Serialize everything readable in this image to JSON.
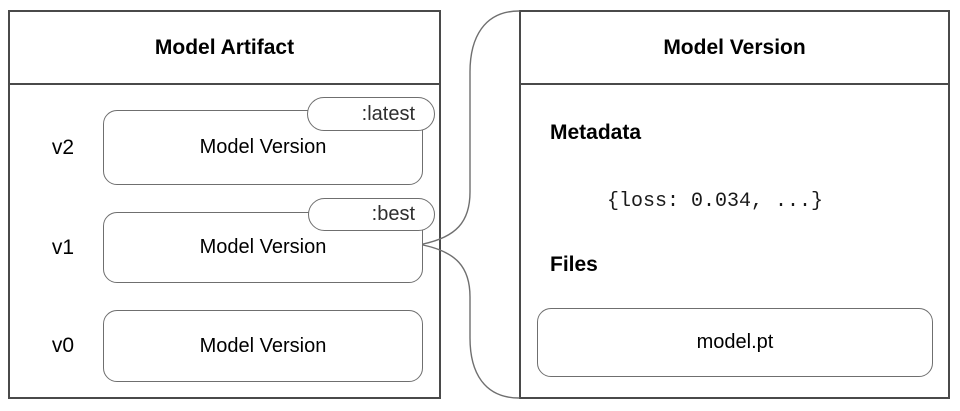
{
  "colors": {
    "panel_border": "#4a4a4a",
    "box_border": "#6f6f6f",
    "text": "#111111",
    "pill_text": "#2e2e2e",
    "connector": "#6f6f6f",
    "bg": "#ffffff"
  },
  "left_panel": {
    "title": "Model Artifact",
    "versions": [
      {
        "label": "v2",
        "name": "Model Version",
        "tag": ":latest"
      },
      {
        "label": "v1",
        "name": "Model Version",
        "tag": ":best"
      },
      {
        "label": "v0",
        "name": "Model Version",
        "tag": ""
      }
    ]
  },
  "right_panel": {
    "title": "Model Version",
    "metadata_heading": "Metadata",
    "metadata_value": "{loss: 0.034, ...}",
    "files_heading": "Files",
    "file_name": "model.pt"
  }
}
